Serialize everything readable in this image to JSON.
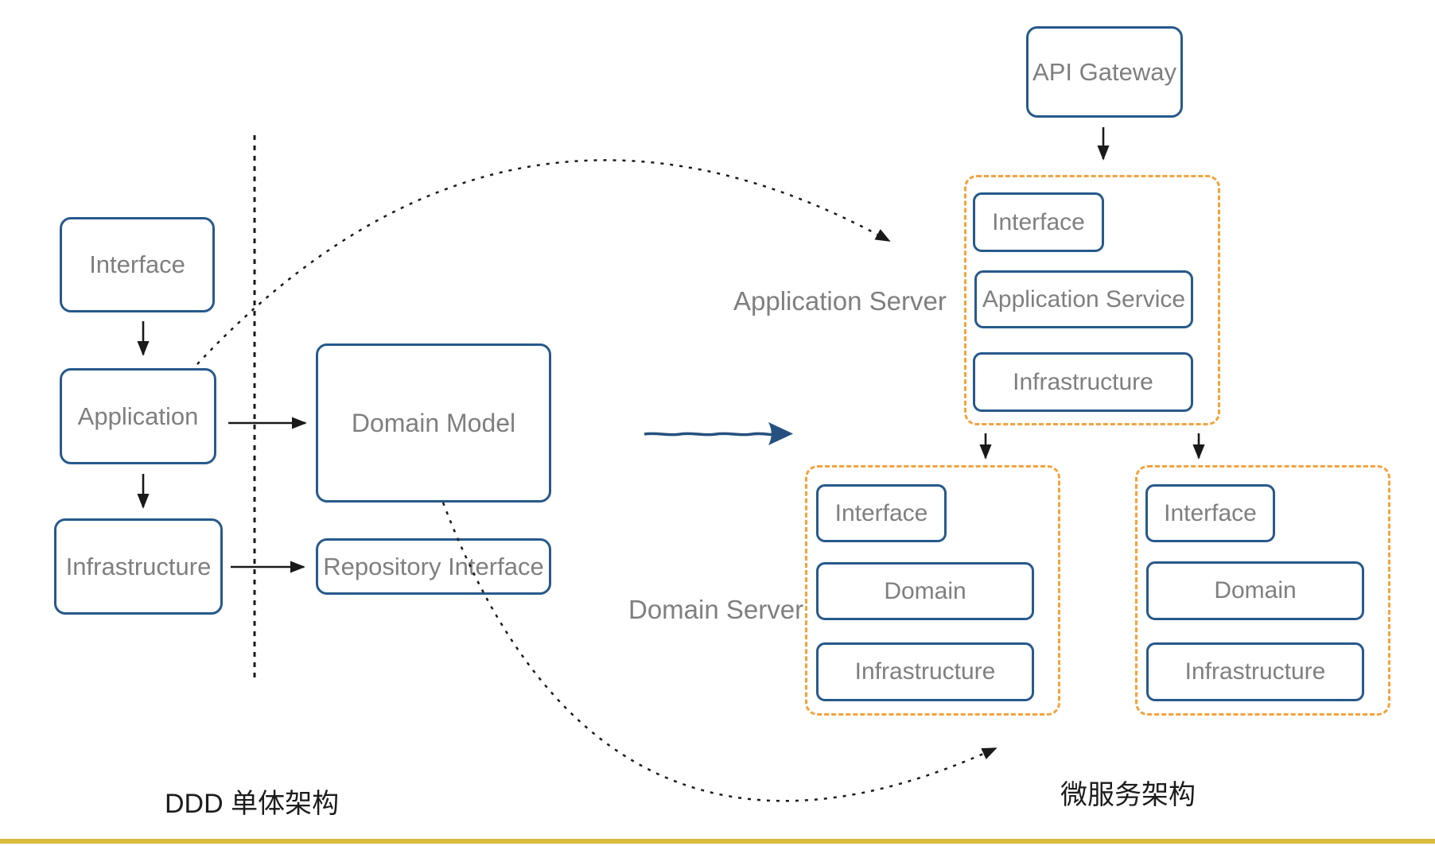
{
  "diagram_title": "",
  "palette": {
    "box_border_blue": "#27598c",
    "box_label_gray": "#7f7f7f",
    "cluster_dashed_orange": "#f5a23c",
    "connector_black": "#1a1a1a",
    "transition_arrow_blue": "#26507e",
    "caption_black": "#1c1c1c",
    "footer_line_gold": "#d8bc3e"
  },
  "monolith": {
    "caption": "DDD 单体架构",
    "layers": [
      "Interface",
      "Application",
      "Infrastructure"
    ],
    "domain_model_label": "Domain Model",
    "repository_interface_label": "Repository Interface"
  },
  "microservices": {
    "caption": "微服务架构",
    "api_gateway_label": "API Gateway",
    "application_server": {
      "label": "Application Server",
      "boxes": [
        "Interface",
        "Application Service",
        "Infrastructure"
      ]
    },
    "domain_server": {
      "label": "Domain Server",
      "service_1_boxes": [
        "Interface",
        "Domain",
        "Infrastructure"
      ],
      "service_2_boxes": [
        "Interface",
        "Domain",
        "Infrastructure"
      ]
    }
  }
}
